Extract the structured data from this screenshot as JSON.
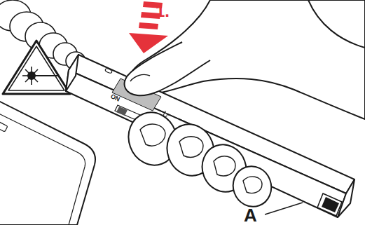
{
  "diagram": {
    "labels": [
      "1.",
      "ON",
      "A"
    ]
  }
}
